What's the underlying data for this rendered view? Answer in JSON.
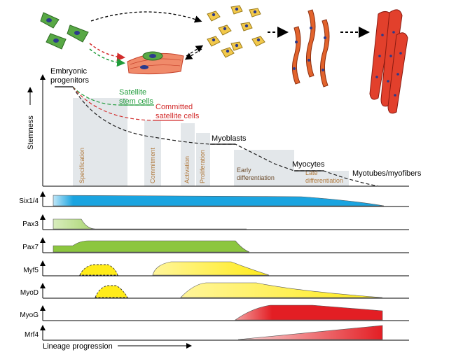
{
  "colors": {
    "axis": "#000000",
    "band": "#e3e7ea",
    "band_label": "#b07a3e",
    "curve": "#222222",
    "satellite": "#1f9b3a",
    "committed": "#d22b2b",
    "six": "#1aa4e0",
    "pax": "#8cc63f",
    "myf": "#ffeb1a",
    "myog": "#e31e24",
    "cell_green": "#58a845",
    "cell_yellow": "#f2c84a",
    "cell_red": "#e2402c",
    "nucleus": "#2c3a8c"
  },
  "stemness_axis": {
    "label": "Stemness"
  },
  "stage_labels": [
    {
      "text": "Embryonic",
      "color": "#000000"
    },
    {
      "text": "progenitors",
      "color": "#000000"
    },
    {
      "text": "Satellite",
      "color": "#1f9b3a"
    },
    {
      "text": "stem cells",
      "color": "#1f9b3a"
    },
    {
      "text": "Committed",
      "color": "#d22b2b"
    },
    {
      "text": "satellite cells",
      "color": "#d22b2b"
    },
    {
      "text": "Myoblasts",
      "color": "#000000"
    },
    {
      "text": "Myocytes",
      "color": "#000000"
    },
    {
      "text": "Myotubes/myofibers",
      "color": "#000000"
    }
  ],
  "process_bands": [
    {
      "label": "Specification"
    },
    {
      "label": "Commitment"
    },
    {
      "label": "Activation"
    },
    {
      "label": "Proliferation"
    },
    {
      "label": "Early differentiation"
    },
    {
      "label": "Late differentiation"
    }
  ],
  "process_horizontal": [
    {
      "text": "Early"
    },
    {
      "text": "differentiation"
    },
    {
      "text": "Late"
    },
    {
      "text": "differentiation"
    }
  ],
  "gene_rows": [
    {
      "name": "Six1/4"
    },
    {
      "name": "Pax3"
    },
    {
      "name": "Pax7"
    },
    {
      "name": "Myf5"
    },
    {
      "name": "MyoD"
    },
    {
      "name": "MyoG"
    },
    {
      "name": "Mrf4"
    }
  ],
  "lineage_axis": {
    "label": "Lineage progression"
  }
}
